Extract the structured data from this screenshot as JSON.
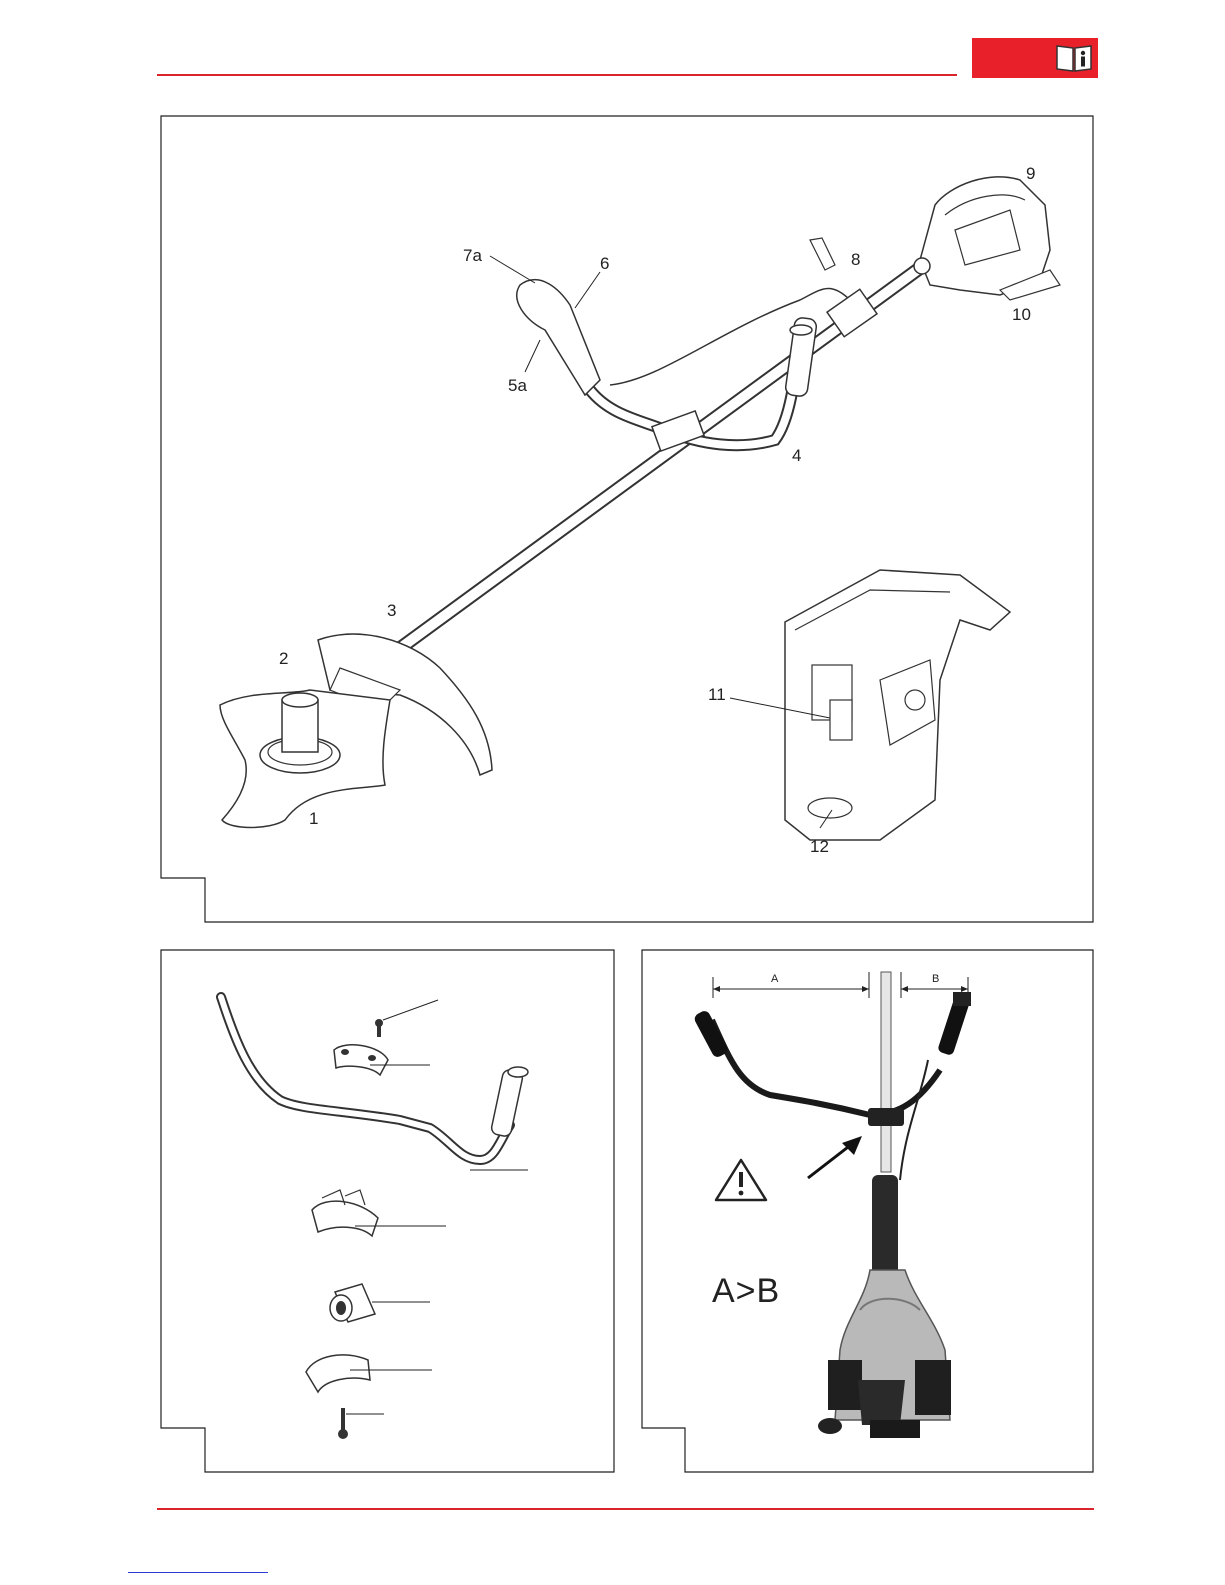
{
  "header": {
    "icon": "manual-info-icon"
  },
  "figure_top": {
    "callouts": [
      "1",
      "2",
      "3",
      "4",
      "5a",
      "6",
      "7a",
      "8",
      "9",
      "10",
      "11",
      "12"
    ]
  },
  "figure_right": {
    "dim_a": "A",
    "dim_b": "B",
    "rule_text": "A>B",
    "warning_icon": "warning-triangle-icon",
    "arrow_icon": "arrow-icon"
  },
  "colors": {
    "accent": "#e8202a",
    "line": "#1a1a1a"
  }
}
